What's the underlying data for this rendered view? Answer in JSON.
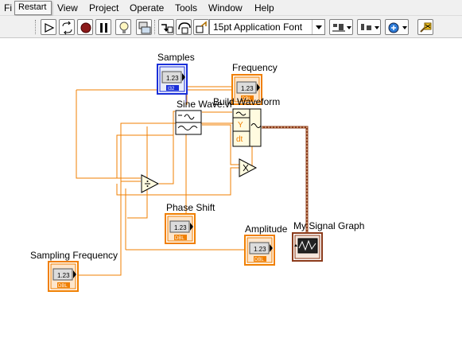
{
  "menu": {
    "items": [
      "File",
      "View",
      "Project",
      "Operate",
      "Tools",
      "Window",
      "Help"
    ],
    "file_visible": "Fi"
  },
  "tooltip": {
    "text": "Restart"
  },
  "toolbar": {
    "font_select": "15pt Application Font",
    "buttons": [
      "run-icon",
      "run-continuously-icon",
      "abort-icon",
      "pause-icon",
      "highlight-execution-icon",
      "retain-wire-values-icon",
      "step-into-icon",
      "step-over-icon",
      "step-out-icon",
      "align-objects-icon",
      "distribute-objects-icon",
      "reorder-icon",
      "cleanup-diagram-icon"
    ]
  },
  "diagram": {
    "labels": {
      "samples": "Samples",
      "frequency": "Frequency",
      "build_waveform": "Build Waveform",
      "sine_wave": "Sine Wave.vi",
      "phase_shift": "Phase Shift",
      "amplitude": "Amplitude",
      "sampling_frequency": "Sampling Frequency",
      "my_signal_graph": "My Signal Graph"
    },
    "terminal_text": {
      "value": "1.23",
      "i32": "I32",
      "dbl": "DBL"
    },
    "build_waveform_inputs": [
      "Y",
      "dt"
    ]
  },
  "colors": {
    "dbl_orange": "#f07f00",
    "i32_blue": "#1a2fd8",
    "waveform_brown": "#8b3a1a"
  }
}
